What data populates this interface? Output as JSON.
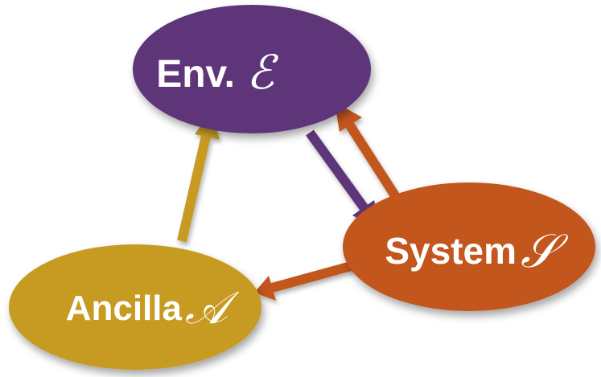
{
  "colors": {
    "environment": "#5f3479",
    "system": "#c2561b",
    "ancilla": "#c79a22",
    "background": "#ffffff"
  },
  "nodes": {
    "environment": {
      "label": "Env.",
      "symbol": "ℰ"
    },
    "system": {
      "label": "System",
      "symbol": "𝒮"
    },
    "ancilla": {
      "label": "Ancilla",
      "symbol": "𝒜"
    }
  },
  "edges": [
    {
      "from": "environment",
      "to": "system",
      "color": "#5f3479"
    },
    {
      "from": "system",
      "to": "environment",
      "color": "#c2561b"
    },
    {
      "from": "system",
      "to": "ancilla",
      "color": "#c2561b"
    },
    {
      "from": "ancilla",
      "to": "environment",
      "color": "#c79a22"
    }
  ]
}
